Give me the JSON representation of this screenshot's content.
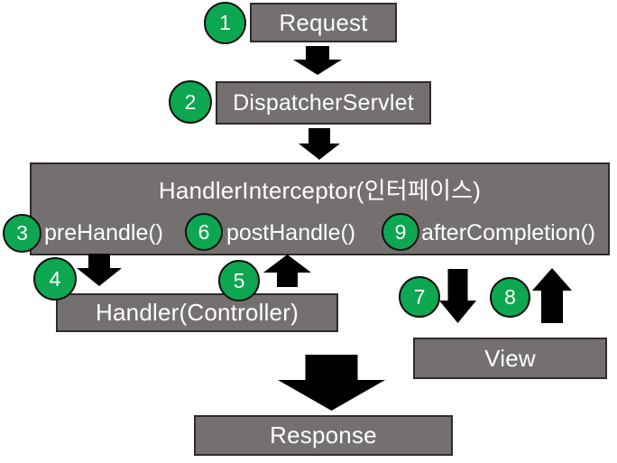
{
  "diagram": {
    "nodes": {
      "request": "Request",
      "dispatcher_servlet": "DispatcherServlet",
      "handler_interceptor_title": "HandlerInterceptor(인터페이스)",
      "pre_handle": "preHandle()",
      "post_handle": "postHandle()",
      "after_completion": "afterCompletion()",
      "handler": "Handler(Controller)",
      "view": "View",
      "response": "Response"
    },
    "steps": [
      "1",
      "2",
      "3",
      "4",
      "5",
      "6",
      "7",
      "8",
      "9"
    ],
    "colors": {
      "background": "#ffffff",
      "box_fill": "#757070",
      "box_border": "#2e2b2b",
      "step_circle_fill": "#0ca750",
      "step_circle_border": "#111111",
      "arrow": "#000000",
      "text": "#ffffff"
    }
  }
}
